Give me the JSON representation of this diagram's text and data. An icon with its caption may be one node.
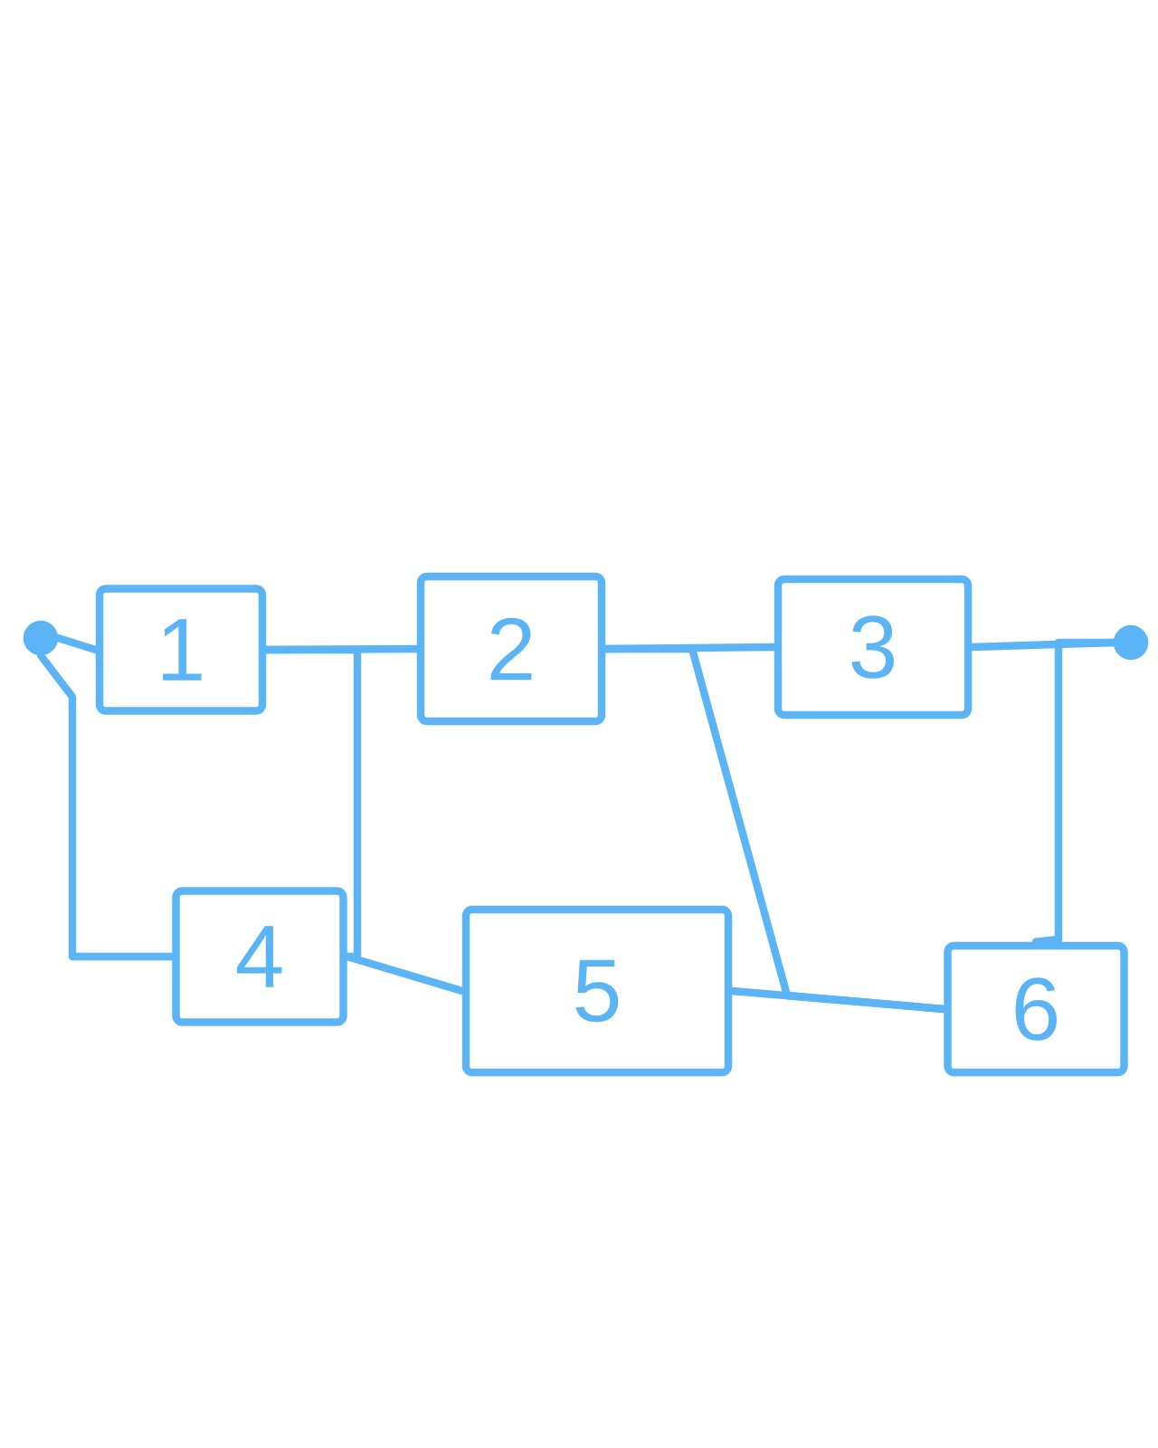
{
  "diagram": {
    "nodes": [
      {
        "text": [],
        "shape": "circle"
      },
      {
        "text": [
          "1"
        ]
      },
      {
        "text": [
          "2"
        ]
      },
      {
        "text": [
          "3"
        ]
      },
      {
        "text": [],
        "shape": "circle"
      },
      {
        "text": [
          "4"
        ]
      },
      {
        "text": [
          "5"
        ]
      },
      {
        "text": [
          "6"
        ]
      }
    ],
    "edges": [
      {
        "from": 0,
        "to": 1,
        "arrow": "none"
      },
      {
        "from": 1,
        "to": 2,
        "arrow": "none"
      },
      {
        "from": 2,
        "to": 3,
        "arrow": "none"
      },
      {
        "from": 3,
        "to": 4,
        "arrow": "none"
      },
      {
        "from": 0,
        "to": 5,
        "arrow": "none"
      },
      {
        "from": 5,
        "to": 6,
        "arrow": "none"
      },
      {
        "from": 6,
        "to": 7,
        "arrow": "none"
      },
      {
        "from": 1,
        "to": 5,
        "arrow": "none"
      },
      {
        "from": 2,
        "to": 7,
        "arrow": "none"
      },
      {
        "from": 4,
        "to": 7,
        "arrow": "none"
      }
    ]
  }
}
